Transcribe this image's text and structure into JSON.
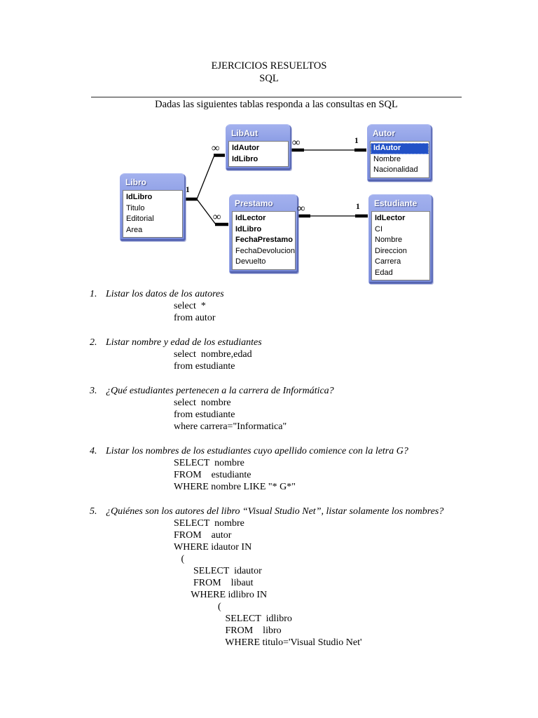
{
  "header": {
    "title": "EJERCICIOS RESUELTOS",
    "subtitle": "SQL",
    "instruction": "Dadas las siguientes tablas responda a las consultas en SQL"
  },
  "diagram": {
    "tables": [
      {
        "name": "LibAut",
        "fields": [
          {
            "label": "IdAutor",
            "bold": true
          },
          {
            "label": "IdLibro",
            "bold": true
          }
        ]
      },
      {
        "name": "Autor",
        "fields": [
          {
            "label": "IdAutor",
            "bold": true,
            "selected": true
          },
          {
            "label": "Nombre"
          },
          {
            "label": "Nacionalidad"
          }
        ]
      },
      {
        "name": "Libro",
        "fields": [
          {
            "label": "IdLibro",
            "bold": true
          },
          {
            "label": "Titulo"
          },
          {
            "label": "Editorial"
          },
          {
            "label": "Area"
          }
        ]
      },
      {
        "name": "Prestamo",
        "fields": [
          {
            "label": "IdLector",
            "bold": true
          },
          {
            "label": "IdLibro",
            "bold": true
          },
          {
            "label": "FechaPrestamo",
            "bold": true
          },
          {
            "label": "FechaDevolucion"
          },
          {
            "label": "Devuelto"
          }
        ]
      },
      {
        "name": "Estudiante",
        "fields": [
          {
            "label": "IdLector",
            "bold": true
          },
          {
            "label": "CI"
          },
          {
            "label": "Nombre"
          },
          {
            "label": "Direccion"
          },
          {
            "label": "Carrera"
          },
          {
            "label": "Edad"
          }
        ]
      }
    ],
    "relations": [
      {
        "id": "libaut-autor",
        "from": "LibAut",
        "to": "Autor",
        "from_card": "∞",
        "to_card": "1"
      },
      {
        "id": "libro-libaut",
        "from": "Libro",
        "to": "LibAut",
        "from_card": "1",
        "to_card": "∞"
      },
      {
        "id": "libro-prestamo",
        "from": "Libro",
        "to": "Prestamo",
        "from_card": "1",
        "to_card": "∞"
      },
      {
        "id": "prestamo-estudiante",
        "from": "Prestamo",
        "to": "Estudiante",
        "from_card": "∞",
        "to_card": "1"
      }
    ]
  },
  "exercises": [
    {
      "num": "1.",
      "question": "Listar los datos de los autores",
      "code": [
        "select  *",
        "from autor"
      ]
    },
    {
      "num": "2.",
      "question": "Listar nombre y edad de los estudiantes",
      "code": [
        "select  nombre,edad",
        "from estudiante"
      ]
    },
    {
      "num": "3.",
      "question": "¿Qué estudiantes pertenecen a la carrera de Informática?",
      "code": [
        "select  nombre",
        "from estudiante",
        "where carrera=\"Informatica\""
      ]
    },
    {
      "num": "4.",
      "question": "Listar los nombres de los estudiantes cuyo apellido comience con la letra G?",
      "code": [
        "SELECT  nombre",
        "FROM    estudiante",
        "WHERE nombre LIKE \"* G*\""
      ]
    },
    {
      "num": "5.",
      "question": "¿Quiénes son los autores del libro “Visual Studio Net”, listar solamente los nombres?",
      "code": [
        "SELECT  nombre",
        "FROM    autor",
        "WHERE idautor IN",
        "   (",
        "        SELECT  idautor",
        "        FROM    libaut",
        "       WHERE idlibro IN",
        "                  (",
        "                     SELECT  idlibro",
        "                     FROM    libro",
        "                     WHERE titulo='Visual Studio Net'"
      ]
    }
  ]
}
